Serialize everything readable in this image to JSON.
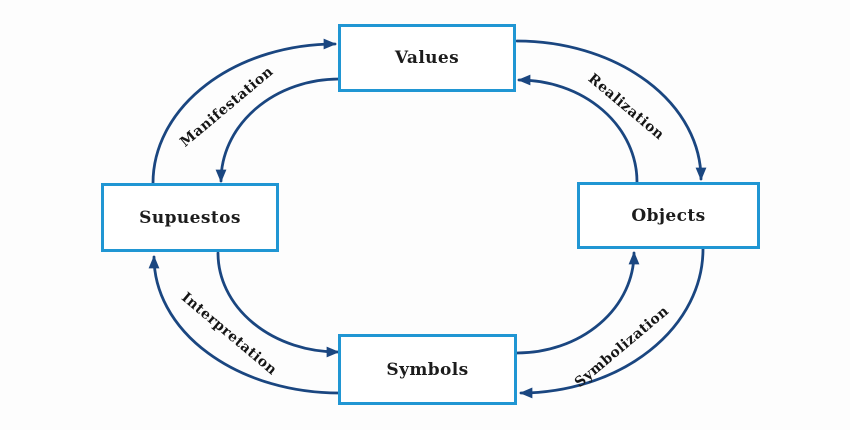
{
  "diagram": {
    "description": "Cycle diagram with four boxes linked by pairs of opposite curved arrows",
    "colors": {
      "box_border": "#2096d3",
      "box_fill": "#ffffff",
      "arrow": "#1a4680",
      "label_text": "#151515",
      "background": "#fdfdfd"
    },
    "nodes": [
      {
        "id": "values",
        "label": "Values",
        "position": "top"
      },
      {
        "id": "supuestos",
        "label": "Supuestos",
        "position": "left"
      },
      {
        "id": "objects",
        "label": "Objects",
        "position": "right"
      },
      {
        "id": "symbols",
        "label": "Symbols",
        "position": "bottom"
      }
    ],
    "edges": [
      {
        "id": "manifestation",
        "label": "Manifestation",
        "from": "Supuestos",
        "to": "Values",
        "return_arrow": true
      },
      {
        "id": "realization",
        "label": "Realization",
        "from": "Values",
        "to": "Objects",
        "return_arrow": true
      },
      {
        "id": "symbolization",
        "label": "Symbolization",
        "from": "Objects",
        "to": "Symbols",
        "return_arrow": true
      },
      {
        "id": "interpretation",
        "label": "Interpretation",
        "from": "Symbols",
        "to": "Supuestos",
        "return_arrow": true
      }
    ]
  }
}
